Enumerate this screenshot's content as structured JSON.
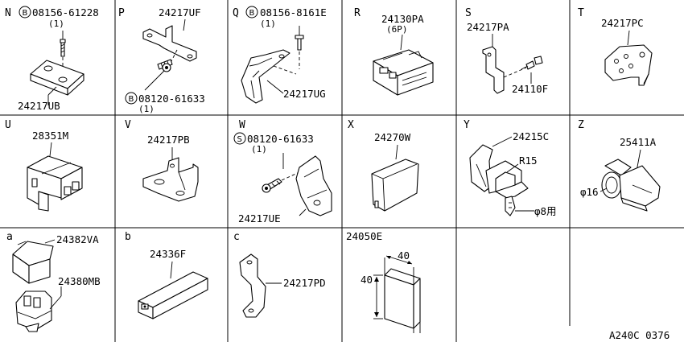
{
  "cells": {
    "N": {
      "letter": "N",
      "bolt": "B",
      "bolt_no": "08156-61228",
      "qty": "(1)",
      "part": "24217UB"
    },
    "P": {
      "letter": "P",
      "part": "24217UF",
      "bolt": "B",
      "bolt_no": "08120-61633",
      "qty": "(1)"
    },
    "Q": {
      "letter": "Q",
      "bolt": "B",
      "bolt_no": "08156-8161E",
      "qty": "(1)",
      "part": "24217UG"
    },
    "R": {
      "letter": "R",
      "part": "24130PA",
      "pins": "(6P)"
    },
    "S": {
      "letter": "S",
      "part": "24217PA",
      "part2": "24110F"
    },
    "T": {
      "letter": "T",
      "part": "24217PC"
    },
    "U": {
      "letter": "U",
      "part": "28351M"
    },
    "V": {
      "letter": "V",
      "part": "24217PB"
    },
    "W": {
      "letter": "W",
      "bolt": "S",
      "bolt_no": "08120-61633",
      "qty": "(1)",
      "part": "24217UE"
    },
    "X": {
      "letter": "X",
      "part": "24270W"
    },
    "Y": {
      "letter": "Y",
      "part": "24215C",
      "radius": "R15",
      "dia": "φ8用"
    },
    "Z": {
      "letter": "Z",
      "part": "25411A",
      "dia": "φ16"
    },
    "a": {
      "letter": "a",
      "part": "24382VA",
      "part2": "24380MB"
    },
    "b": {
      "letter": "b",
      "part": "24336F"
    },
    "c": {
      "letter": "c",
      "part": "24217PD"
    },
    "d": {
      "part": "24050E",
      "dim_w": "40",
      "dim_h": "40"
    }
  },
  "reference": "A240C 0376"
}
